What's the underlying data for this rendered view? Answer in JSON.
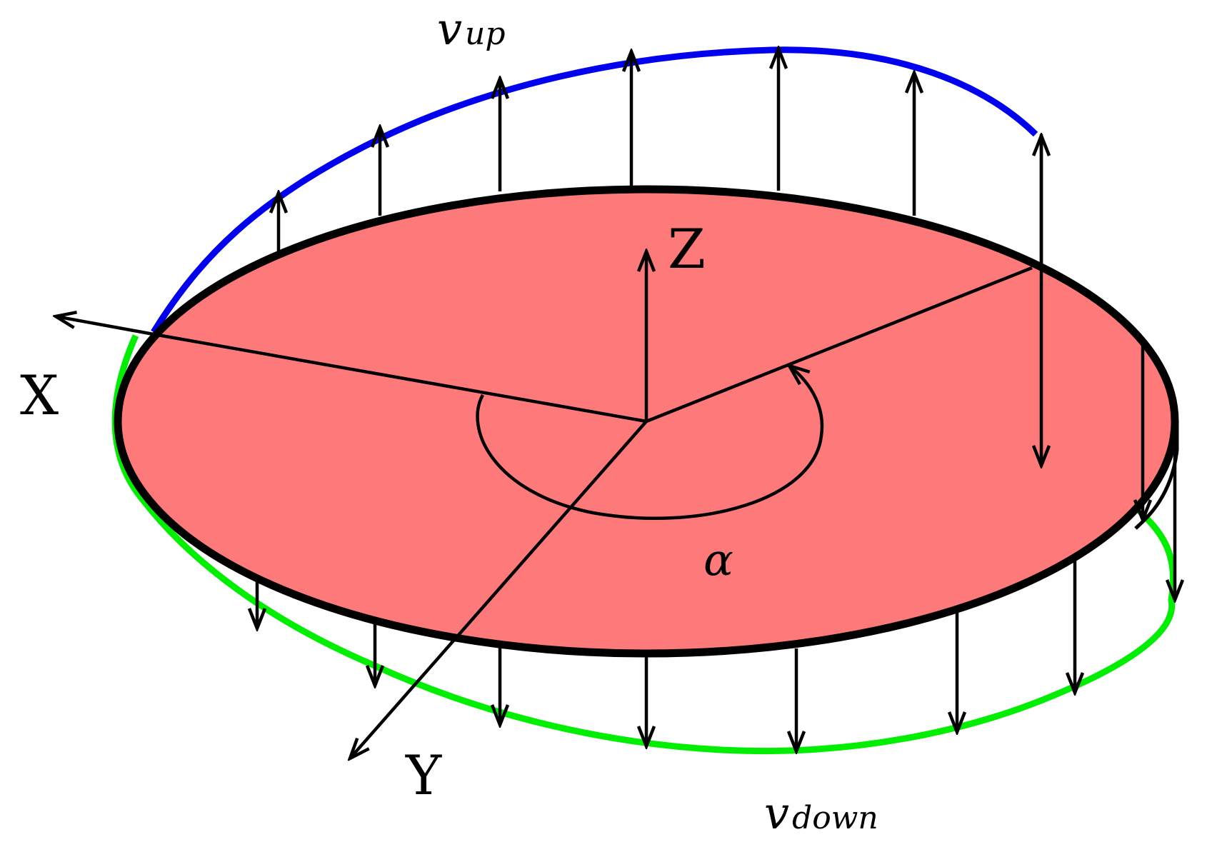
{
  "labels": {
    "x_axis": "X",
    "y_axis": "Y",
    "z_axis": "Z",
    "angle": "α",
    "v_up_symbol": "v",
    "v_up_subscript": "up",
    "v_down_symbol": "v",
    "v_down_subscript": "down"
  },
  "colors": {
    "disk_fill": "#fe7a7a",
    "disk_outline": "#000000",
    "v_up_curve": "#0000ee",
    "v_down_curve": "#00ee00",
    "arrows": "#000000"
  }
}
